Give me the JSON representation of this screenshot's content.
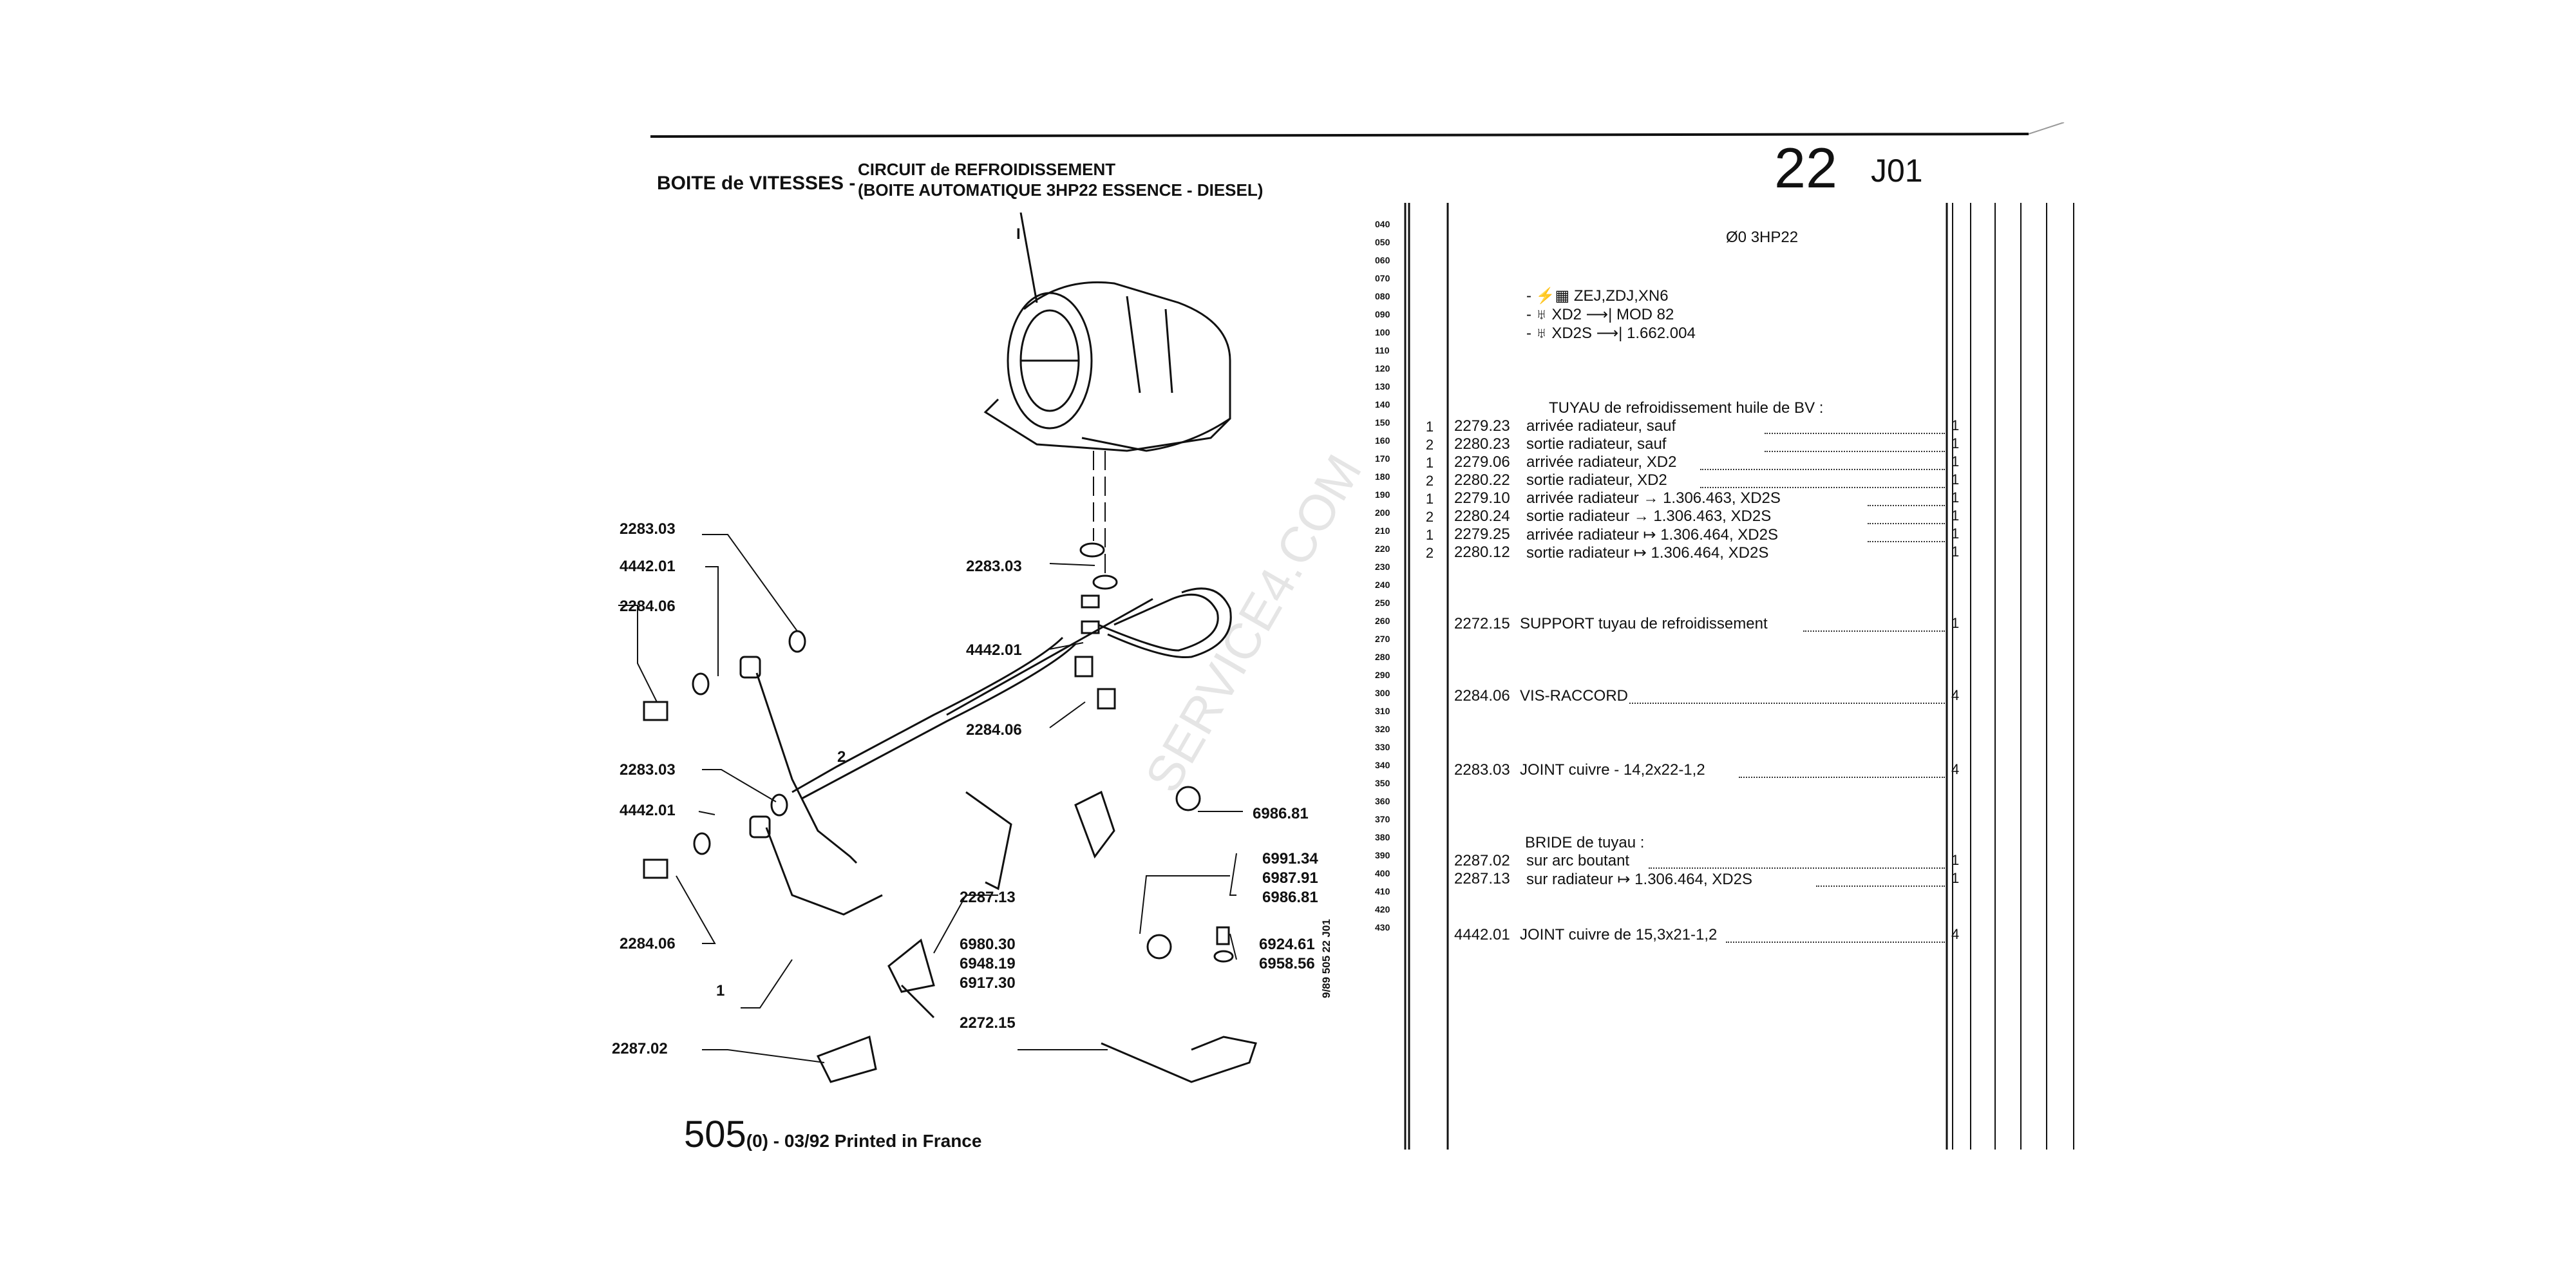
{
  "header": {
    "section": "BOITE de VITESSES -",
    "subtitle_1": "CIRCUIT de REFROIDISSEMENT",
    "subtitle_2": "(BOITE AUTOMATIQUE 3HP22 ESSENCE - DIESEL)",
    "page_number": "22",
    "page_code": "J01"
  },
  "footer": {
    "model": "505",
    "imprint": "(0) - 03/92 Printed in France",
    "vertical_code": "9/89   505 22 J01"
  },
  "watermark": "SERVICE4.COM",
  "table": {
    "line_numbers": [
      "040",
      "050",
      "060",
      "070",
      "080",
      "090",
      "100",
      "110",
      "120",
      "130",
      "140",
      "150",
      "160",
      "170",
      "180",
      "190",
      "200",
      "210",
      "220",
      "230",
      "240",
      "250",
      "260",
      "270",
      "280",
      "290",
      "300",
      "310",
      "320",
      "330",
      "340",
      "350",
      "360",
      "370",
      "380",
      "390",
      "400",
      "410",
      "420",
      "430"
    ],
    "notes": {
      "gearbox": "3HP22",
      "v1": "ZEJ,ZDJ,XN6",
      "v2": "XD2",
      "v2b": "MOD 82",
      "v3": "XD2S",
      "v3b": "1.662.004",
      "group_title": "TUYAU de refroidissement huile de BV :",
      "bride_title": "BRIDE de tuyau :"
    },
    "rows": [
      {
        "pos": "1",
        "ref": "2279.23",
        "desc": "arrivée radiateur, sauf",
        "qty": "1"
      },
      {
        "pos": "2",
        "ref": "2280.23",
        "desc": "sortie radiateur, sauf",
        "qty": "1"
      },
      {
        "pos": "1",
        "ref": "2279.06",
        "desc": "arrivée radiateur, XD2",
        "qty": "1"
      },
      {
        "pos": "2",
        "ref": "2280.22",
        "desc": "sortie radiateur, XD2",
        "qty": "1"
      },
      {
        "pos": "1",
        "ref": "2279.10",
        "desc": "arrivée radiateur → 1.306.463, XD2S",
        "qty": "1"
      },
      {
        "pos": "2",
        "ref": "2280.24",
        "desc": "sortie radiateur → 1.306.463, XD2S",
        "qty": "1"
      },
      {
        "pos": "1",
        "ref": "2279.25",
        "desc": "arrivée radiateur ↦ 1.306.464, XD2S",
        "qty": "1"
      },
      {
        "pos": "2",
        "ref": "2280.12",
        "desc": "sortie radiateur ↦ 1.306.464, XD2S",
        "qty": "1"
      }
    ],
    "items": [
      {
        "ref": "2272.15",
        "desc": "SUPPORT tuyau de refroidissement",
        "qty": "1"
      },
      {
        "ref": "2284.06",
        "desc": "VIS-RACCORD",
        "qty": "4"
      },
      {
        "ref": "2283.03",
        "desc": "JOINT cuivre - 14,2x22-1,2",
        "qty": "4"
      },
      {
        "ref": "2287.02",
        "desc": "sur arc boutant",
        "qty": "1"
      },
      {
        "ref": "2287.13",
        "desc": "sur radiateur ↦ 1.306.464, XD2S",
        "qty": "1"
      },
      {
        "ref": "4442.01",
        "desc": "JOINT cuivre de 15,3x21-1,2",
        "qty": "4"
      }
    ]
  },
  "callouts": {
    "l_2283_03_a": "2283.03",
    "l_4442_01_a": "4442.01",
    "l_2284_06_a": "2284.06",
    "l_2283_03_b": "2283.03",
    "l_4442_01_b": "4442.01",
    "l_2284_06_b": "2284.06",
    "l_2287_02": "2287.02",
    "m_2283_03": "2283.03",
    "m_4442_01": "4442.01",
    "m_2284_06": "2284.06",
    "m_2287_13": "2287.13",
    "m_6980_30": "6980.30",
    "m_6948_19": "6948.19",
    "m_6917_30": "6917.30",
    "m_2272_15": "2272.15",
    "r_6986_81a": "6986.81",
    "r_6991_34": "6991.34",
    "r_6987_91": "6987.91",
    "r_6986_81b": "6986.81",
    "r_6924_61": "6924.61",
    "r_6958_56": "6958.56",
    "pipe_1": "1",
    "pipe_2": "2",
    "top_mark": "I"
  }
}
